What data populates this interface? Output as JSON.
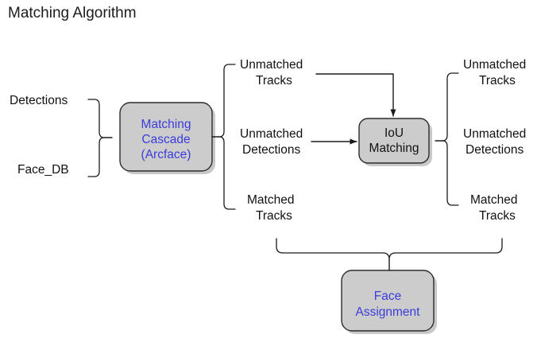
{
  "title": "Matching Algorithm",
  "inputs": {
    "detections_label": "Detections",
    "face_db_label": "Face_DB"
  },
  "nodes": {
    "matching_cascade": {
      "line1": "Matching",
      "line2": "Cascade",
      "line3_open": "(",
      "line3_name": "Arcface",
      "line3_close": ")"
    },
    "iou_matching": {
      "line1": "IoU",
      "line2": "Matching"
    },
    "face_assignment": {
      "line1": "Face",
      "line2": "Assignment"
    }
  },
  "cascade_outputs": {
    "unmatched_tracks_line1": "Unmatched",
    "unmatched_tracks_line2": "Tracks",
    "unmatched_detections_line1": "Unmatched",
    "unmatched_detections_line2": "Detections",
    "matched_tracks_line1": "Matched",
    "matched_tracks_line2": "Tracks"
  },
  "iou_outputs": {
    "unmatched_tracks_line1": "Unmatched",
    "unmatched_tracks_line2": "Tracks",
    "unmatched_detections_line1": "Unmatched",
    "unmatched_detections_line2": "Detections",
    "matched_tracks_line1": "Matched",
    "matched_tracks_line2": "Tracks"
  },
  "colors": {
    "node_fill": "#cccccc",
    "node_stroke": "#2b2b2b",
    "node_text_blue": "#3c3cdb",
    "node_text_black": "#121212",
    "line": "#1a1a1a",
    "background": "#ffffff"
  }
}
